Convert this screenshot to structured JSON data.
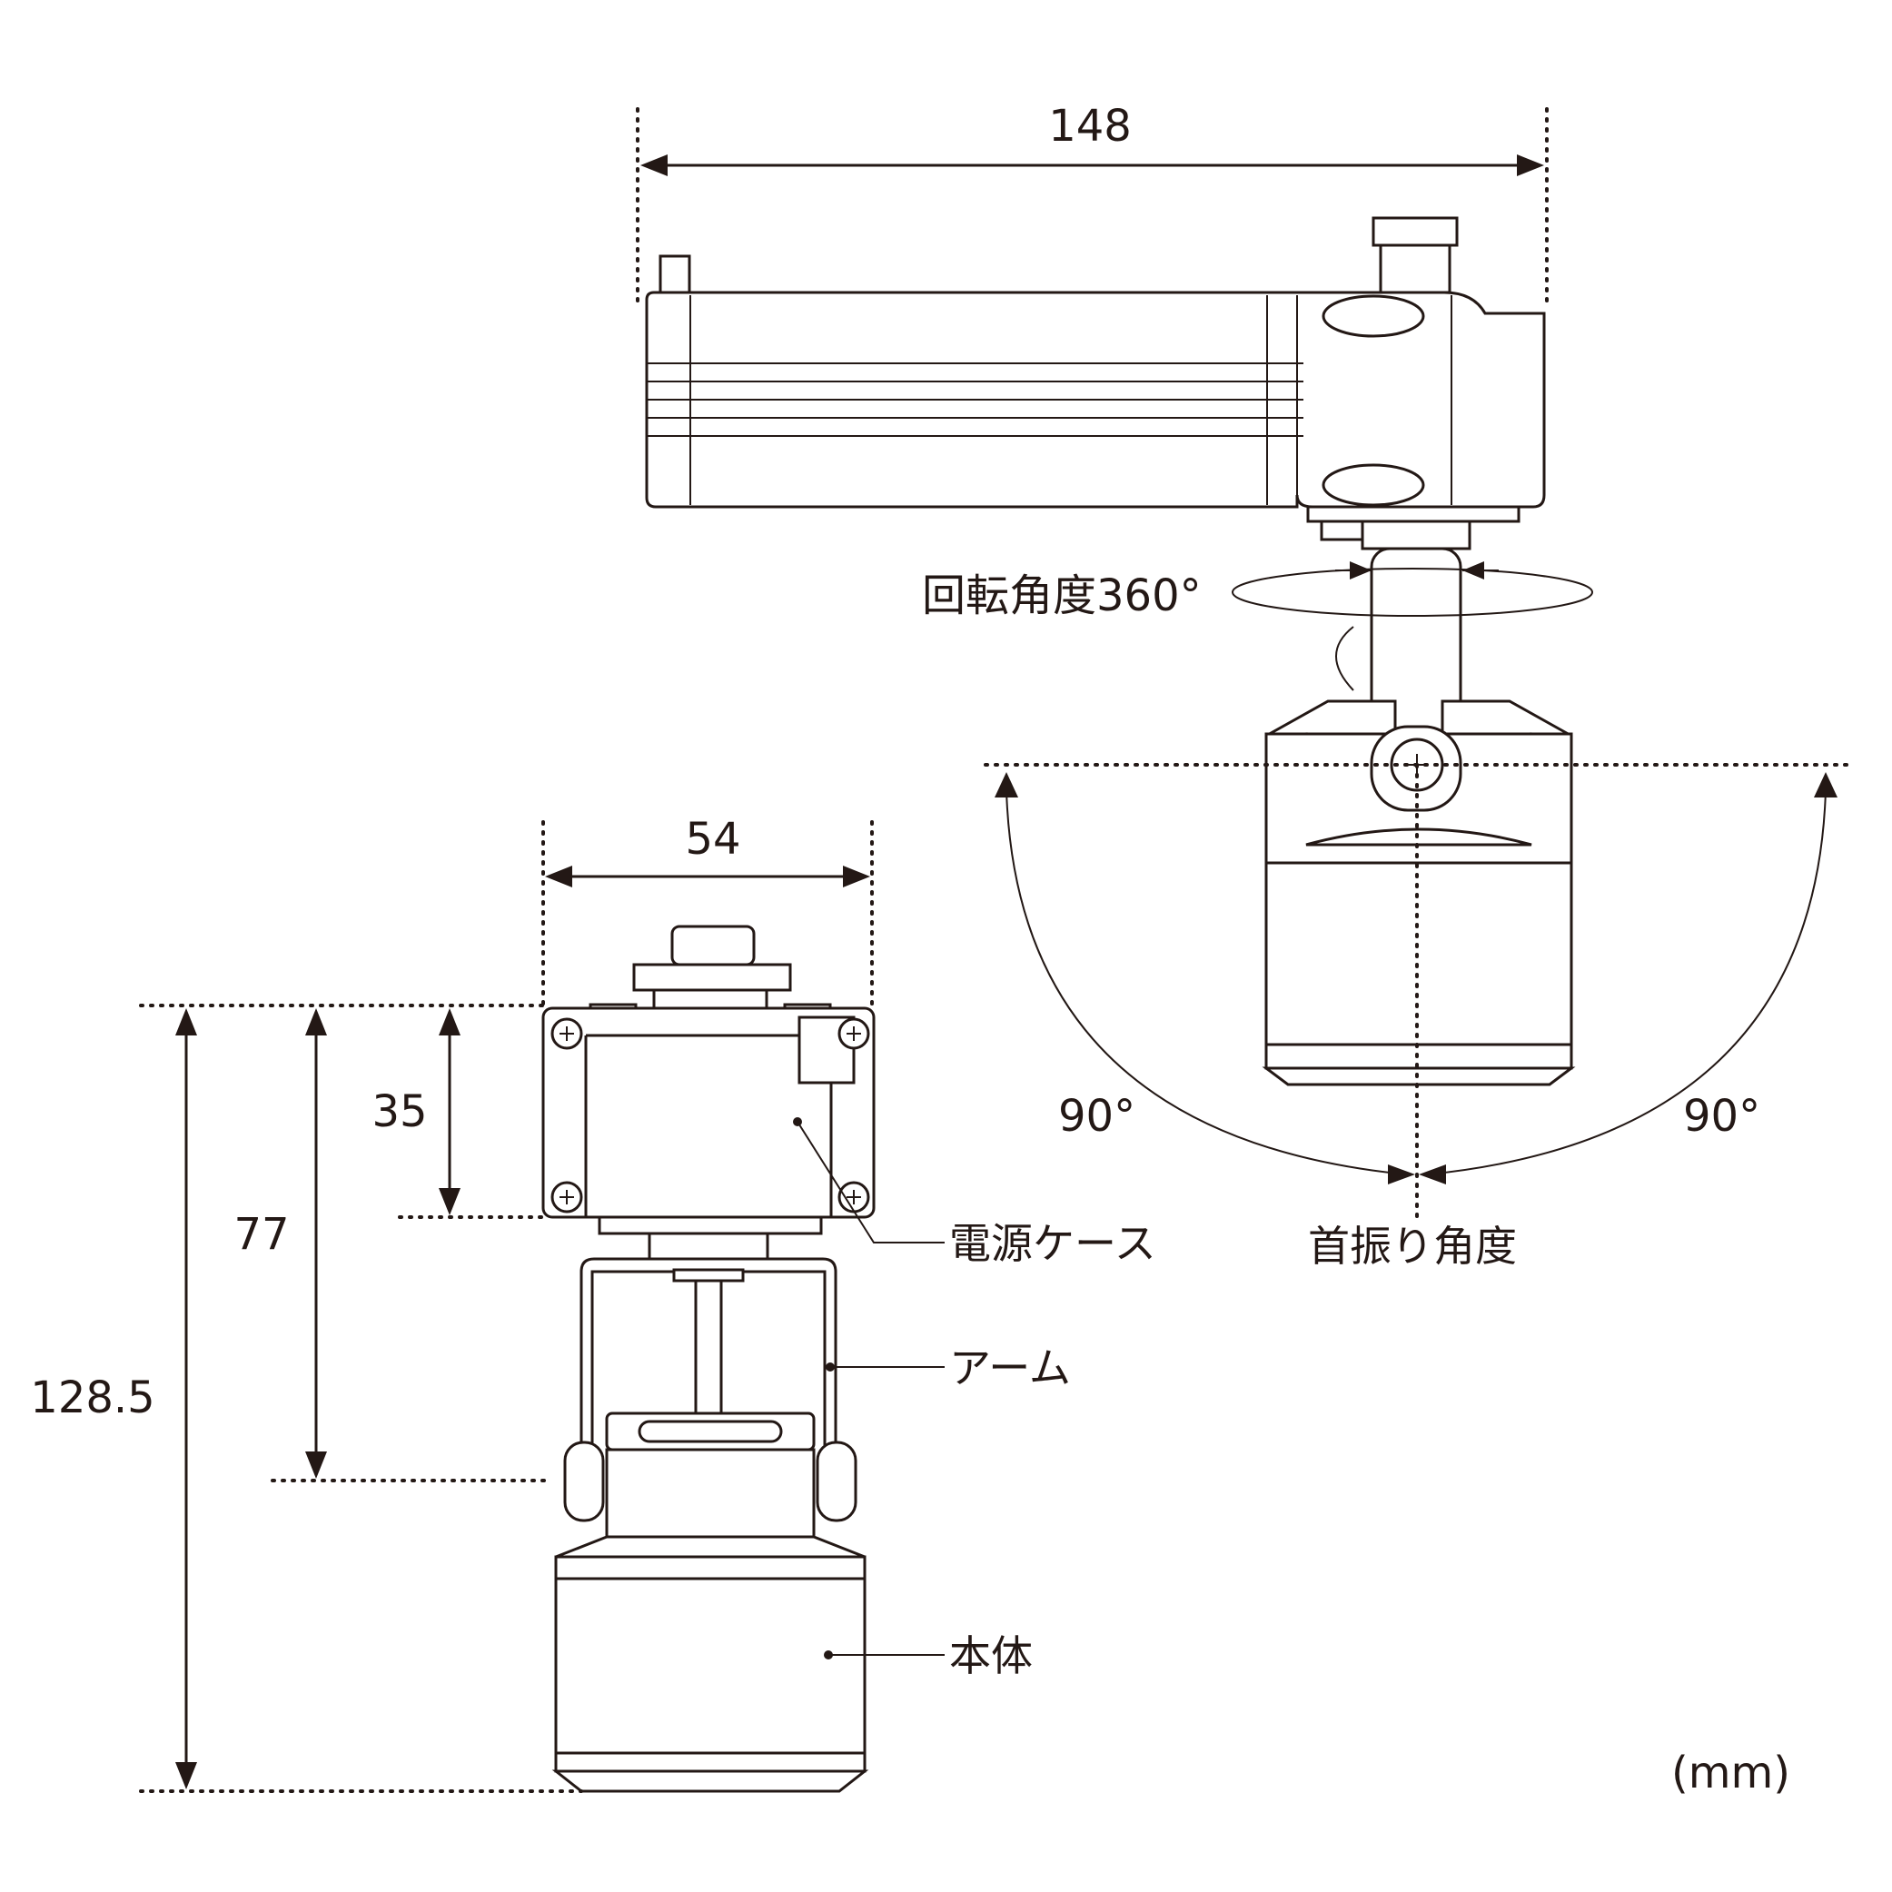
{
  "dimensions": {
    "top_width": "148",
    "front_width": "54",
    "height_case": "35",
    "height_arm": "77",
    "height_total": "128.5"
  },
  "angles": {
    "rotation": "回転角度360°",
    "tilt_left": "90°",
    "tilt_right": "90°",
    "tilt_label": "首振り角度"
  },
  "parts": {
    "power_case": "電源ケース",
    "arm": "アーム",
    "body": "本体"
  },
  "unit": "(mm)"
}
